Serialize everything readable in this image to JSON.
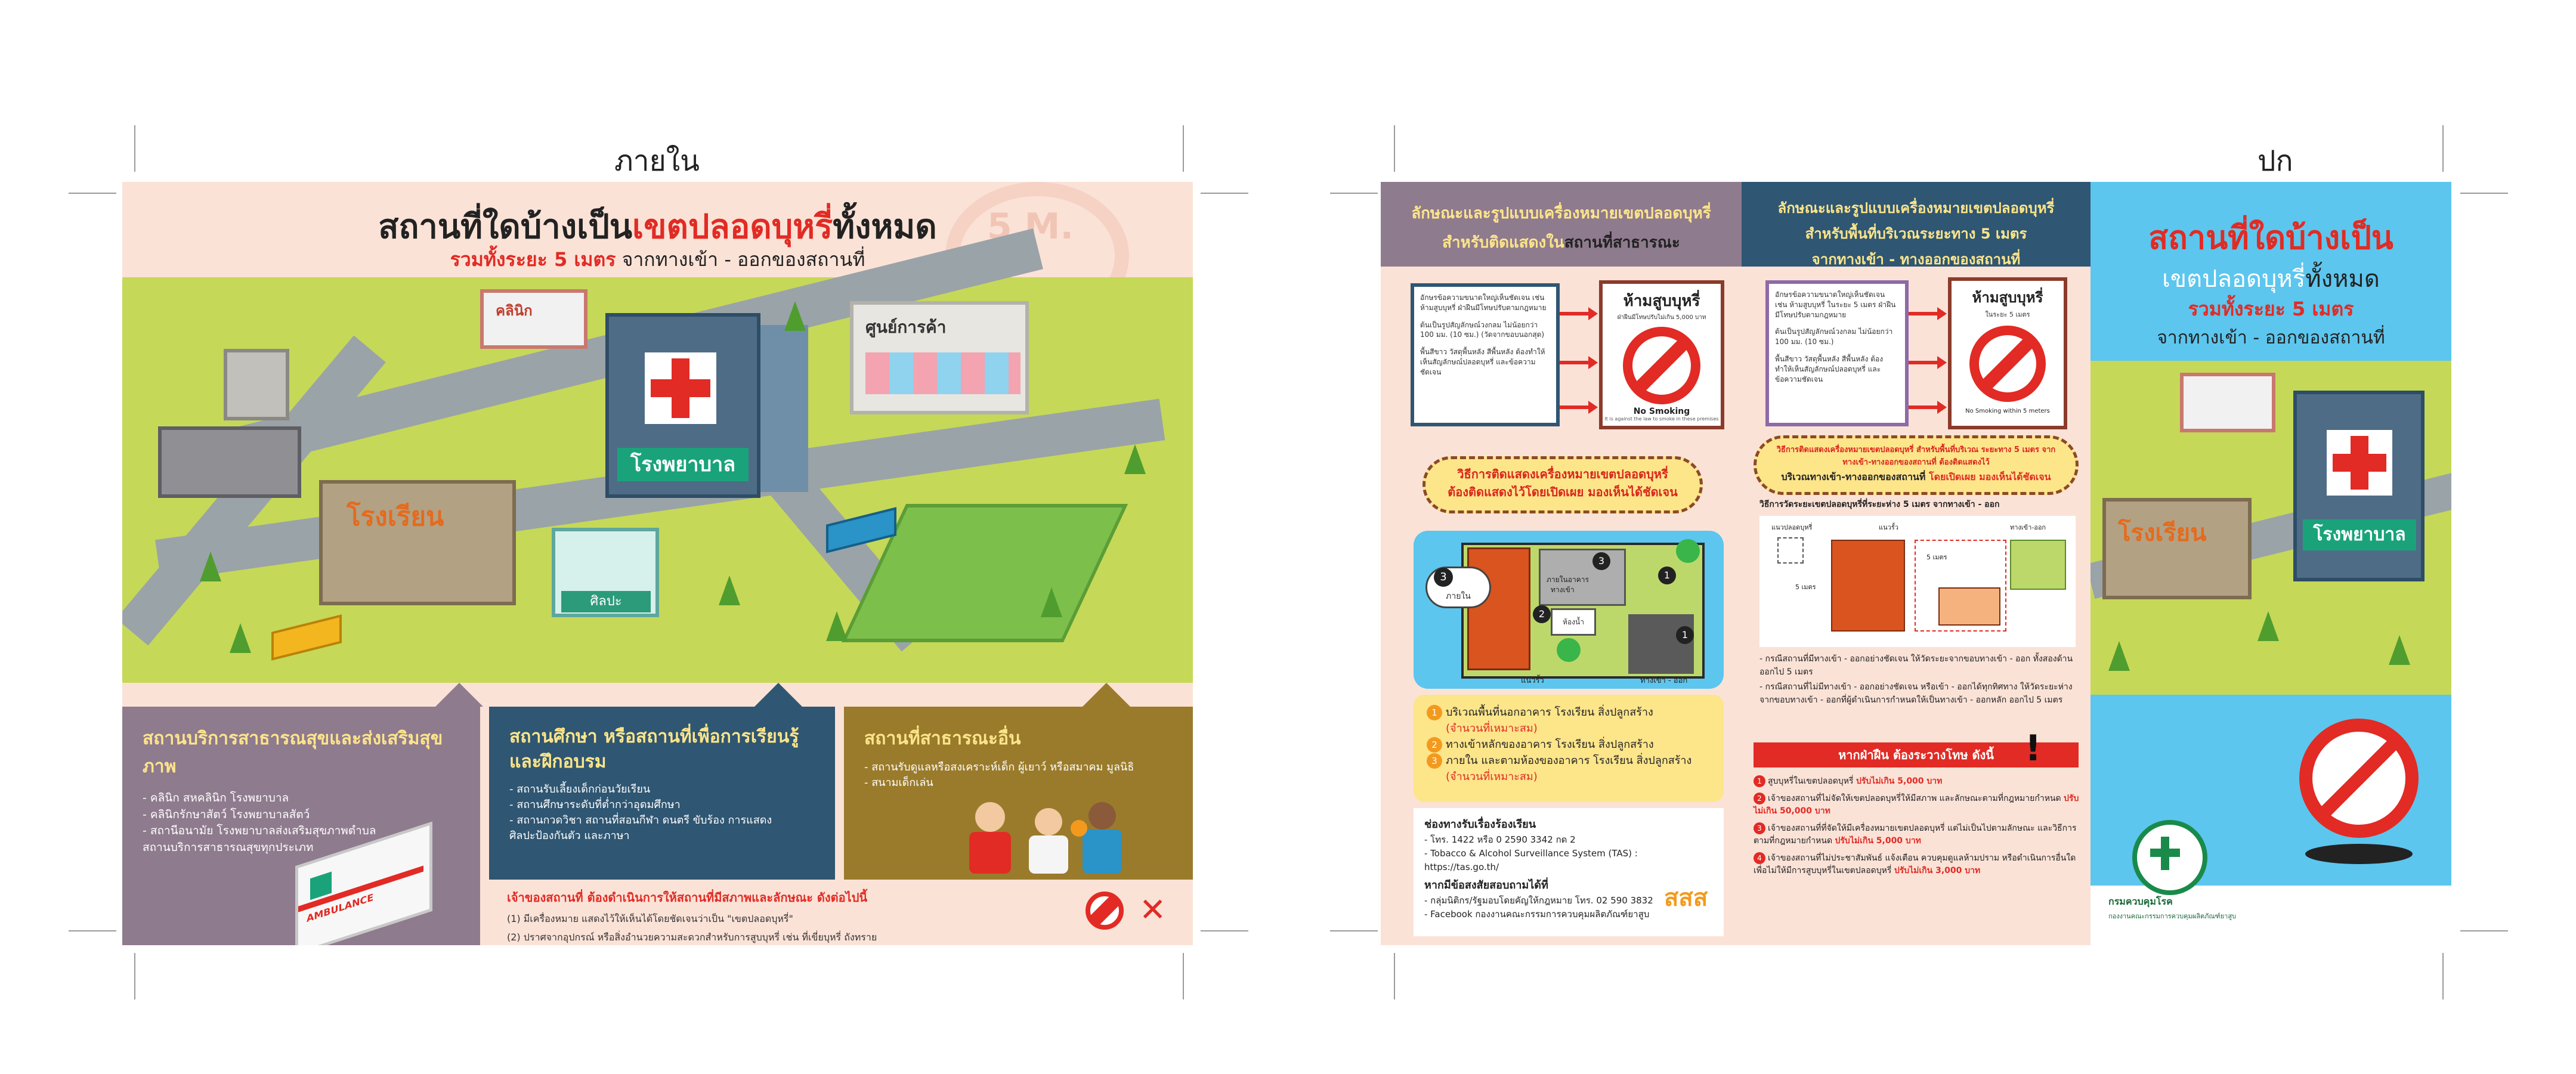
{
  "labels": {
    "inside": "ภายใน",
    "cover": "ปก"
  },
  "inside_panel": {
    "title_prefix": "สถานที่ใดบ้างเป็น",
    "title_highlight": "เขตปลอดบุหรี่",
    "title_suffix": "ทั้งหมด",
    "subtitle_highlight": "รวมทั้งระยะ 5 เมตร",
    "subtitle_rest": " จากทางเข้า - ออกของสถานที่",
    "map_labels": {
      "hospital": "โรงพยาบาล",
      "school": "โรงเรียน",
      "mall": "ศูนย์การค้า",
      "clinic": "คลินิก",
      "art": "ศิลปะ",
      "zone": "5 M."
    },
    "section_health": {
      "title": "สถานบริการสาธารณสุขและส่งเสริมสุขภาพ",
      "items": [
        "- คลินิก สหคลินิก โรงพยาบาล",
        "- คลินิกรักษาสัตว์ โรงพยาบาลสัตว์",
        "- สถานีอนามัย โรงพยาบาลส่งเสริมสุขภาพตำบล",
        "สถานบริการสาธารณสุขทุกประเภท"
      ]
    },
    "section_education": {
      "title": "สถานศึกษา หรือสถานที่เพื่อการเรียนรู้และฝึกอบรม",
      "items": [
        "- สถานรับเลี้ยงเด็กก่อนวัยเรียน",
        "- สถานศึกษาระดับที่ต่ำกว่าอุดมศึกษา",
        "- สถานกวดวิชา สถานที่สอนกีฬา ดนตรี ขับร้อง การแสดง",
        "ศิลปะป้องกันตัว และภาษา"
      ]
    },
    "section_public": {
      "title": "สถานที่สาธารณะอื่น",
      "items": [
        "- สถานรับดูแลหรือสงเคราะห์เด็ก ผู้เยาว์ หรือสมาคม มูลนิธิ",
        "- สนามเด็กเล่น"
      ]
    },
    "owner_note": {
      "title": "เจ้าของสถานที่ ต้องดำเนินการให้สถานที่มีสภาพและลักษณะ ดังต่อไปนี้",
      "items": [
        "(1) มีเครื่องหมาย แสดงไว้ให้เห็นได้โดยชัดเจนว่าเป็น \"เขตปลอดบุหรี่\"",
        "(2) ปราศจากอุปกรณ์ หรือสิ่งอำนวยความสะดวกสำหรับการสูบบุหรี่ เช่น ที่เขี่ยบุหรี่ ถังทราย"
      ]
    },
    "ambulance_label": "AMBULANCE"
  },
  "col1": {
    "header_line1": "ลักษณะและรูปแบบเครื่องหมายเขตปลอดบุหรี่",
    "header_line2_highlight": "สำหรับติดแสดงใน",
    "header_line2_rest": "สถานที่สาธารณะ",
    "spec_items": [
      "อักษรข้อความขนาดใหญ่เห็นชัดเจน เช่น ห้ามสูบบุหรี่ ฝ่าฝืนมีโทษปรับตามกฎหมาย",
      "ต้นเป็นรูปสัญลักษณ์วงกลม ไม่น้อยกว่า 100 มม. (10 ซม.) (วัดจากขอบนอกสุด)",
      "พื้นสีขาว วัสดุพื้นหลัง สีพื้นหลัง ต้องทำให้เห็นสัญลักษณ์ปลอดบุหรี่ และข้อความชัดเจน"
    ],
    "sign_title": "ห้ามสูบบุหรี่",
    "sign_sub": "ฝ่าฝืนมีโทษปรับไม่เกิน 5,000 บาท",
    "sign_en": "No Smoking",
    "sign_en_small": "It is against the law to smoke in these premises",
    "pill_line1": "วิธีการติดแสดงเครื่องหมายเขตปลอดบุหรี่",
    "pill_line2": "ต้องติดแสดงไว้โดยเปิดเผย มองเห็นได้ชัดเจน",
    "map_labels": {
      "inside": "ภายใน",
      "toilet": "ห้องน้ำ",
      "entrance": "ทางเข้า",
      "exit_entry": "ทางเข้า - ออก",
      "inside_building": "ภายในอาคาร",
      "fence": "แนวรั้ว",
      "n1": "1",
      "n2": "2",
      "n3": "3"
    },
    "steps": [
      {
        "num": "1",
        "text": "บริเวณพื้นที่นอกอาคาร โรงเรียน สิ่งปลูกสร้าง",
        "note": "(จำนวนที่เหมาะสม)"
      },
      {
        "num": "2",
        "text": "ทางเข้าหลักของอาคาร โรงเรียน สิ่งปลูกสร้าง",
        "note": ""
      },
      {
        "num": "3",
        "text": "ภายใน และตามห้องของอาคาร โรงเรียน สิ่งปลูกสร้าง",
        "note": "(จำนวนที่เหมาะสม)"
      }
    ],
    "contact_title": "ช่องทางรับเรื่องร้องเรียน",
    "contact_items": [
      "- โทร. 1422 หรือ 0 2590 3342 กด 2",
      "- Tobacco & Alcohol Surveillance System (TAS) : https://tas.go.th/"
    ],
    "contact_title2": "หากมีข้อสงสัยสอบถามได้ที่",
    "contact_items2": [
      "- กลุ่มนิติกร/รัฐมอบโดยคัญให้กฎหมาย โทร. 02 590 3832",
      "- Facebook กองงานคณะกรรมการควบคุมผลิตภัณฑ์ยาสูบ"
    ],
    "logo_text": "สสส"
  },
  "col2": {
    "header_line1": "ลักษณะและรูปแบบเครื่องหมายเขตปลอดบุหรี่",
    "header_line2": "สำหรับพื้นที่บริเวณระยะทาง 5 เมตร",
    "header_line3": "จากทางเข้า - ทางออกของสถานที่",
    "spec_items": [
      "อักษรข้อความขนาดใหญ่เห็นชัดเจน เช่น ห้ามสูบบุหรี่ ในระยะ 5 เมตร ฝ่าฝืนมีโทษปรับตามกฎหมาย",
      "ต้นเป็นรูปสัญลักษณ์วงกลม ไม่น้อยกว่า 100 มม. (10 ซม.)",
      "พื้นสีขาว วัสดุพื้นหลัง สีพื้นหลัง ต้องทำให้เห็นสัญลักษณ์ปลอดบุหรี่ และข้อความชัดเจน"
    ],
    "sign_title": "ห้ามสูบบุหรี่",
    "sign_sub": "ในระยะ 5 เมตร",
    "sign_en": "No Smoking within 5 meters",
    "pill_line1": "วิธีการติดแสดงเครื่องหมายเขตปลอดบุหรี่ สำหรับพื้นที่บริเวณ ระยะทาง 5 เมตร จากทางเข้า-ทางออกของสถานที่ ต้องติดแสดงไว้",
    "pill_line2_prefix": "บริเวณทางเข้า-ทางออกของสถานที่",
    "pill_line2_suffix": " โดยเปิดเผย มองเห็นได้ชัดเจน",
    "diagram_caption": "วิธีการวัดระยะเขตปลอดบุหรี่ที่ระยะห่าง 5 เมตร จากทางเข้า - ออก",
    "diagram_labels": {
      "a": "แนวปลอดบุหรี่",
      "b": "แนวรั้ว",
      "c": "ทางเข้า-ออก",
      "d": "5 เมตร"
    },
    "rules": [
      "- กรณีสถานที่มีทางเข้า - ออกอย่างชัดเจน ให้วัดระยะจากขอบทางเข้า - ออก ทั้งสองด้าน ออกไป 5 เมตร",
      "- กรณีสถานที่ไม่มีทางเข้า - ออกอย่างชัดเจน หรือเข้า - ออกได้ทุกทิศทาง ให้วัดระยะห่างจากขอบทางเข้า - ออกที่ผู้ดำเนินการกำหนดให้เป็นทางเข้า - ออกหลัก ออกไป 5 เมตร"
    ],
    "penalty_banner": "หากฝ่าฝืน ต้องระวางโทษ ดังนี้",
    "penalties": [
      {
        "num": "1",
        "text": "สูบบุหรี่ในเขตปลอดบุหรี่",
        "fine": "ปรับไม่เกิน 5,000 บาท"
      },
      {
        "num": "2",
        "text": "เจ้าของสถานที่ไม่จัดให้เขตปลอดบุหรี่ให้มีสภาพ และลักษณะตามที่กฎหมายกำหนด",
        "fine": "ปรับไม่เกิน 50,000 บาท"
      },
      {
        "num": "3",
        "text": "เจ้าของสถานที่ที่จัดให้มีเครื่องหมายเขตปลอดบุหรี่ แต่ไม่เป็นไปตามลักษณะ และวิธีการตามที่กฎหมายกำหนด",
        "fine": "ปรับไม่เกิน 5,000 บาท"
      },
      {
        "num": "4",
        "text": "เจ้าของสถานที่ไม่ประชาสัมพันธ์ แจ้งเตือน ควบคุมดูแลห้ามปราม หรือดำเนินการอื่นใดเพื่อไม่ให้มีการสูบบุหรี่ในเขตปลอดบุหรี่",
        "fine": "ปรับไม่เกิน 3,000 บาท"
      }
    ]
  },
  "cover": {
    "title_line1": "สถานที่ใดบ้างเป็น",
    "title_line2_highlight": "เขตปลอดบุหรี่",
    "title_line2_rest": "ทั้งหมด",
    "subtitle1": "รวมทั้งระยะ 5 เมตร",
    "subtitle2": "จากทางเข้า - ออกของสถานที่",
    "hospital_label": "โรงพยาบาล",
    "school_label": "โรงเรียน",
    "org_name": "กรมควบคุมโรค",
    "org_sub": "กองงานคณะกรรมการควบคุมผลิตภัณฑ์ยาสูบ"
  },
  "colors": {
    "peach": "#f8d9cc",
    "mauve": "#8f7b8e",
    "navy": "#2f5672",
    "olive": "#9a7b2b",
    "sky": "#5cc6ee",
    "red": "#e12b24",
    "orange": "#f39a1e",
    "yellow": "#fde58a"
  }
}
